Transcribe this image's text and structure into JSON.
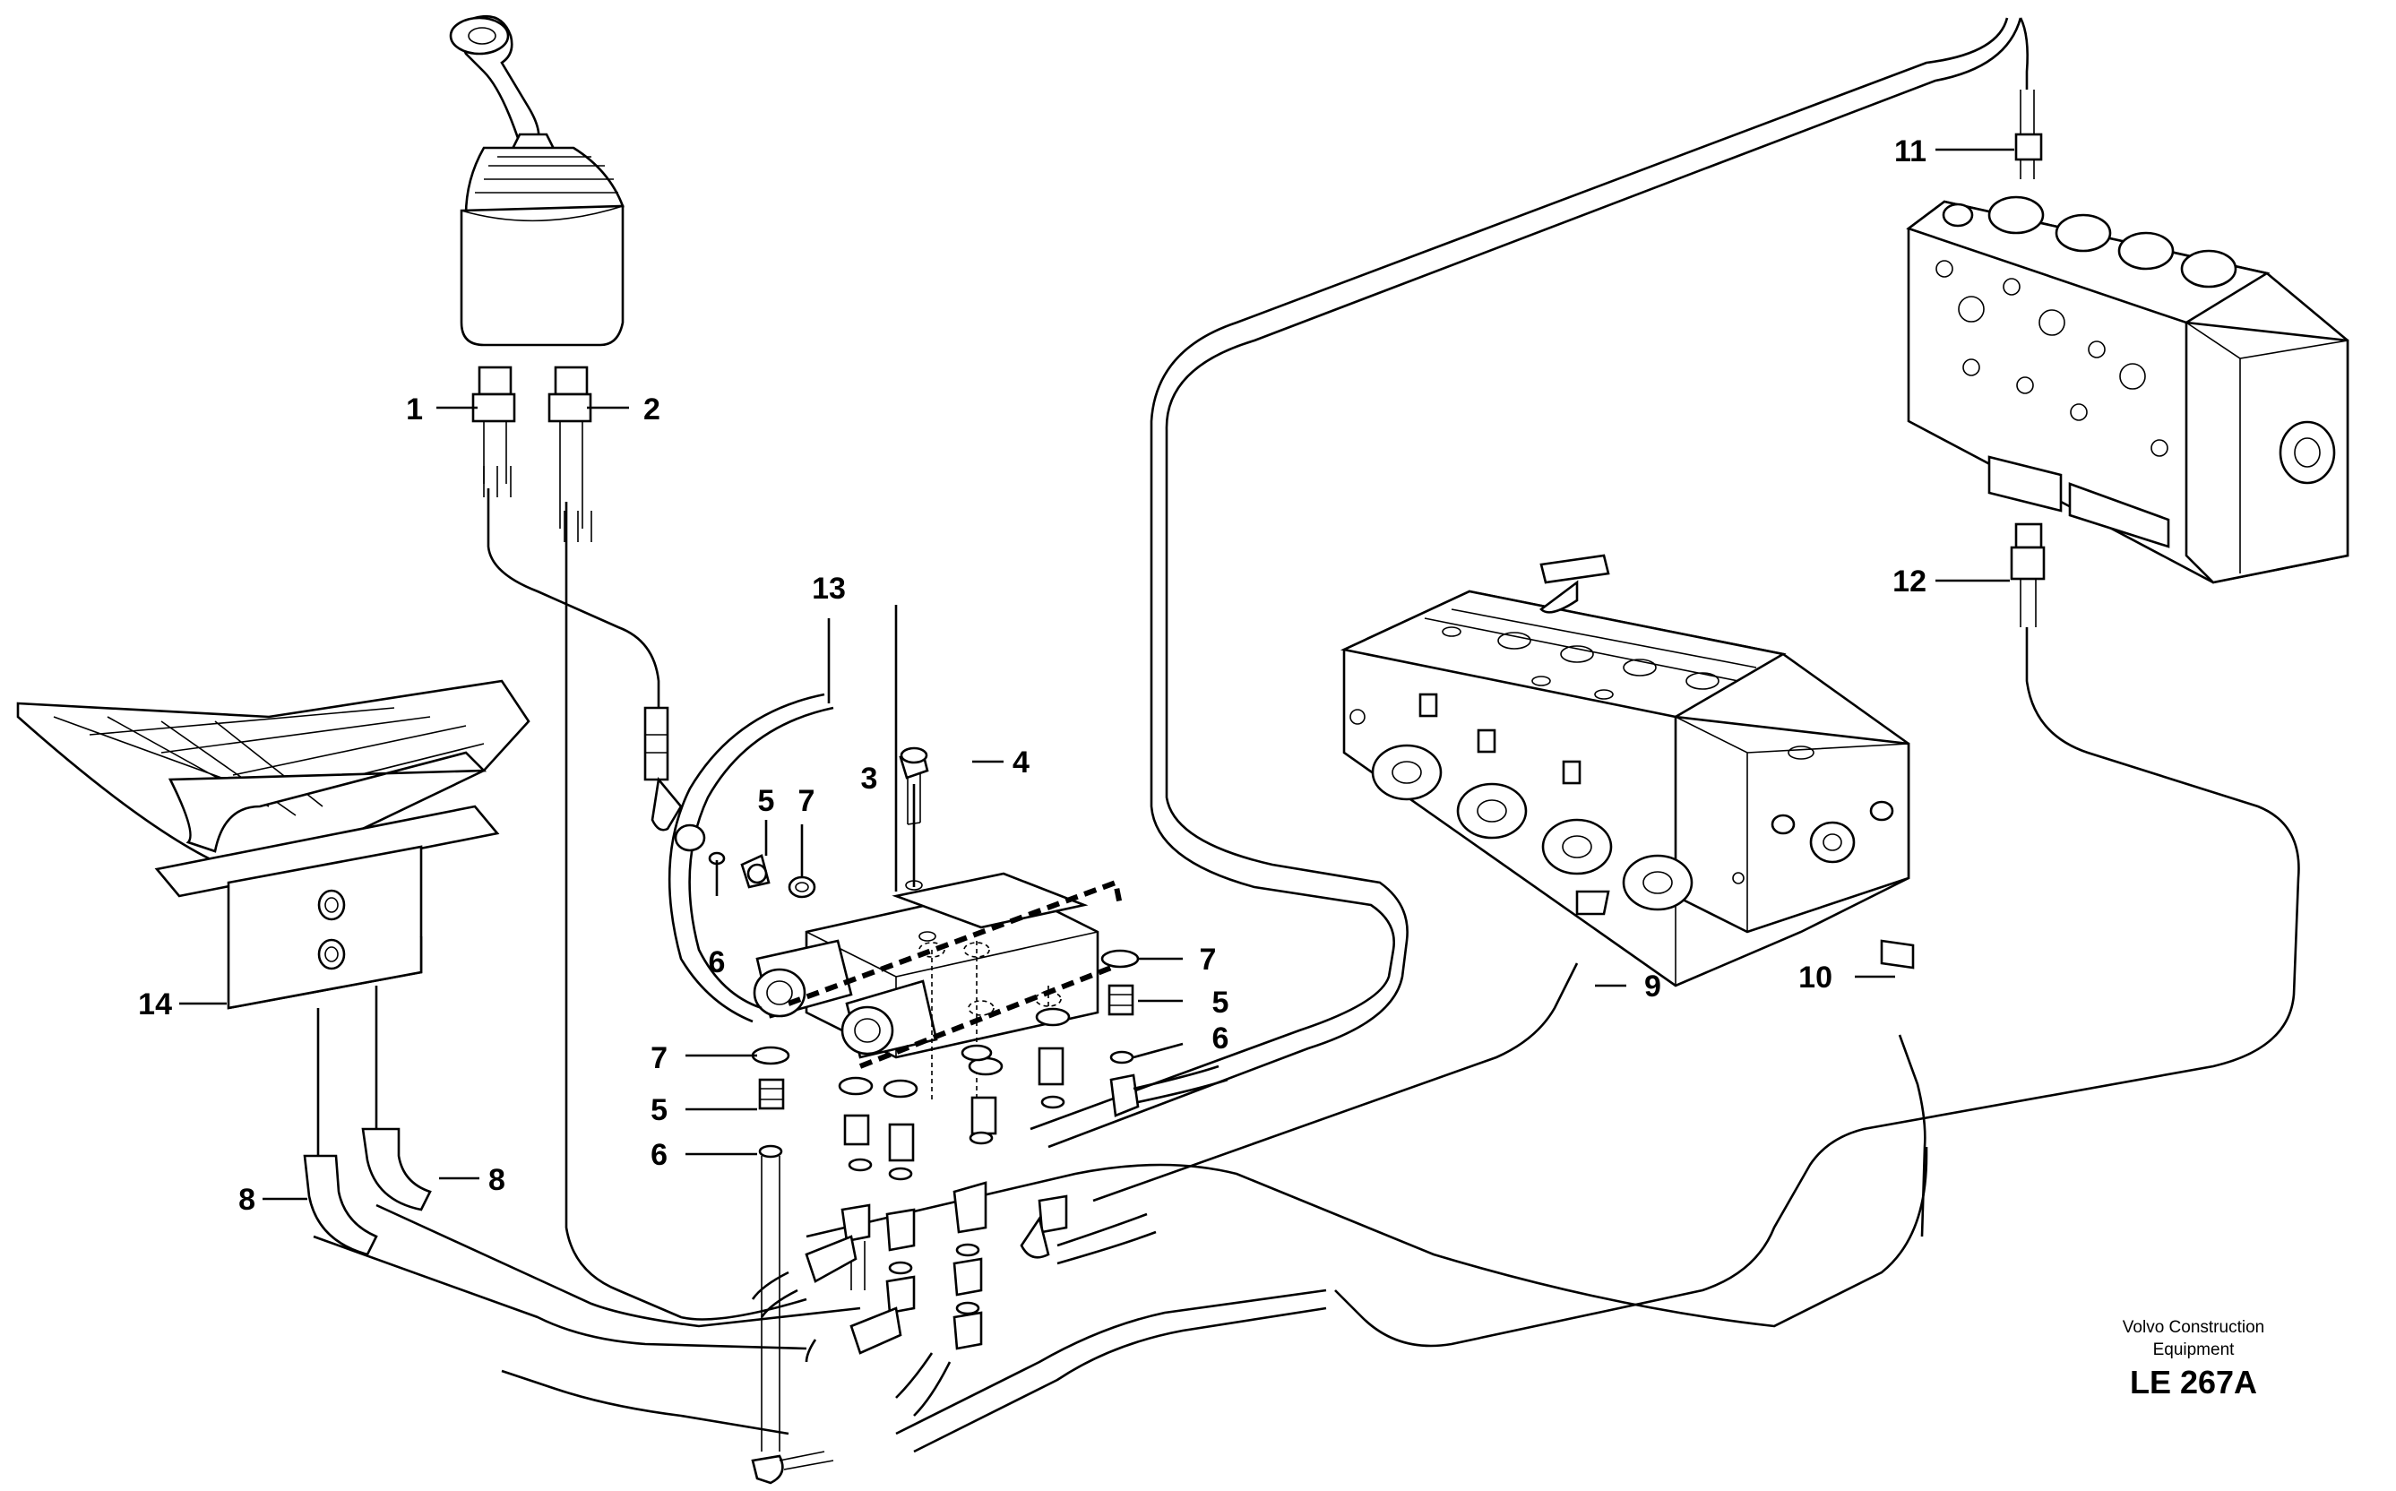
{
  "callouts": {
    "c1": "1",
    "c2": "2",
    "c3": "3",
    "c4": "4",
    "c5a": "5",
    "c5b": "5",
    "c5c": "5",
    "c6a": "6",
    "c6b": "6",
    "c6c": "6",
    "c7a": "7",
    "c7b": "7",
    "c7c": "7",
    "c8a": "8",
    "c8b": "8",
    "c9": "9",
    "c10": "10",
    "c11": "11",
    "c12": "12",
    "c13": "13",
    "c14": "14"
  },
  "publisher": {
    "line1": "Volvo Construction",
    "line2": "Equipment"
  },
  "drawing_code": "LE 267A"
}
